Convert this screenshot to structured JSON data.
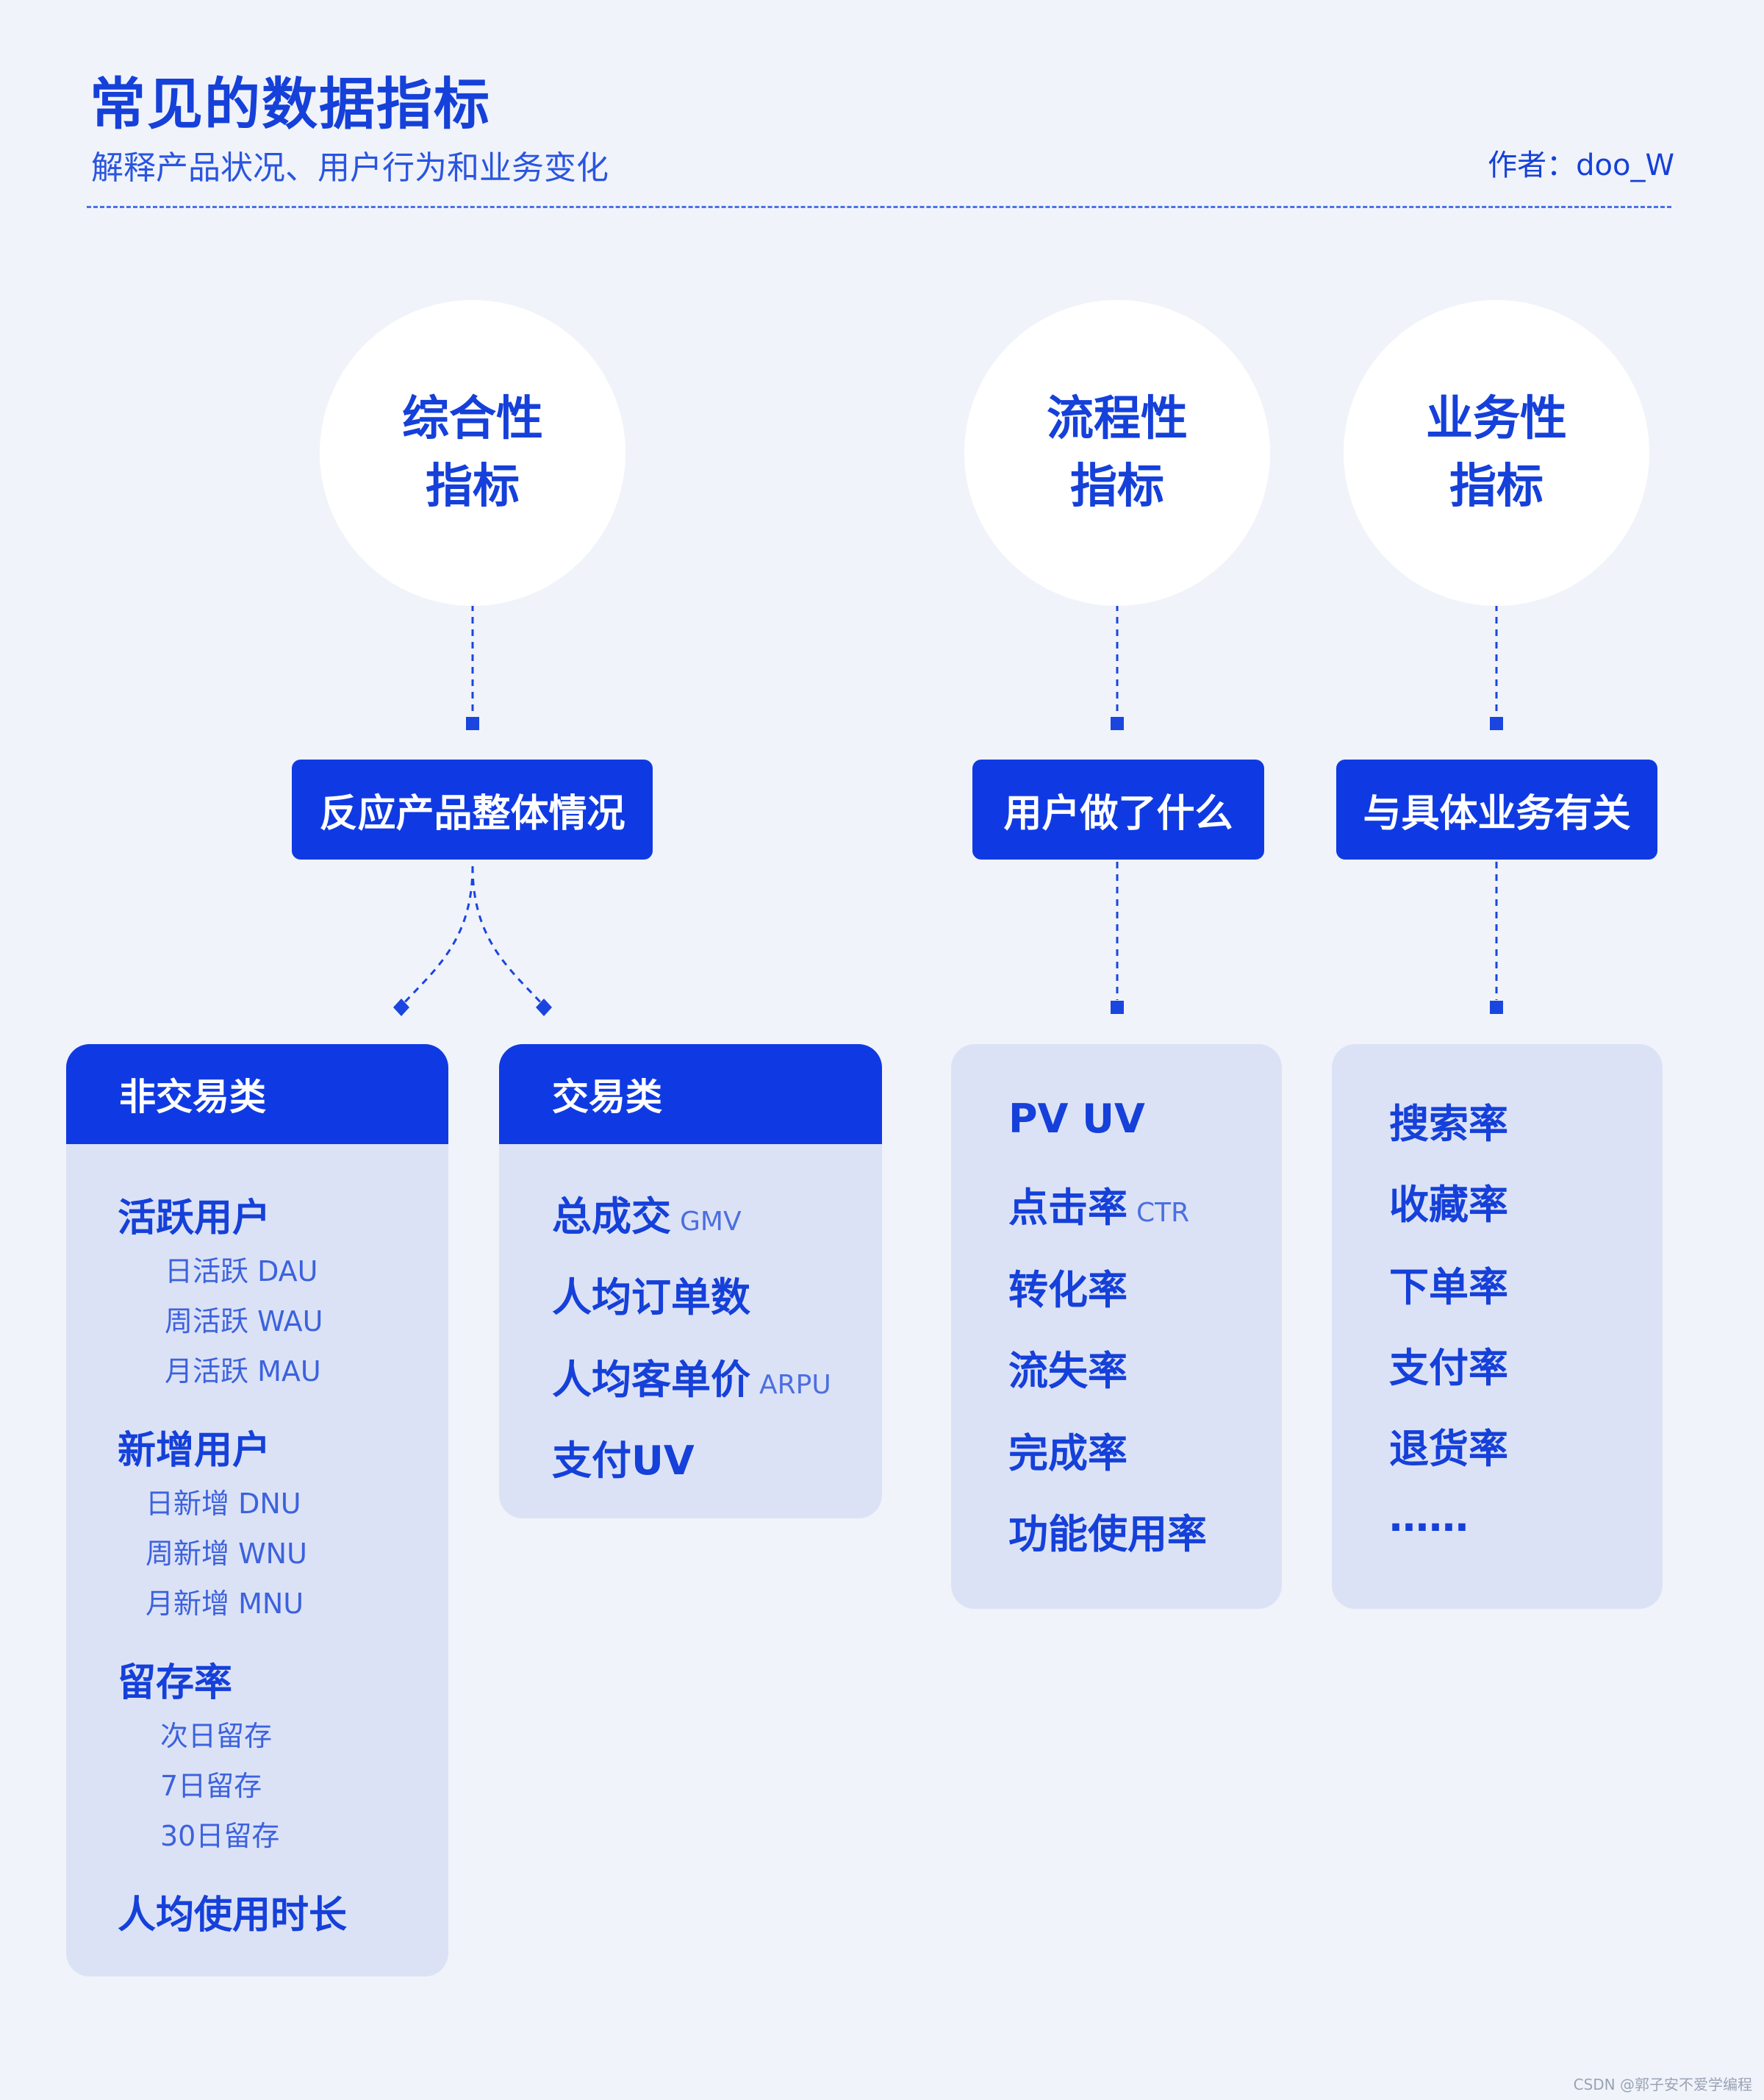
{
  "header": {
    "title": "常见的数据指标",
    "subtitle": "解释产品状况、用户行为和业务变化",
    "author": "作者：doo_W"
  },
  "columns": [
    {
      "circle_lines": [
        "综合性",
        "指标"
      ],
      "label": "反应产品整体情况",
      "panels": [
        {
          "header": "非交易类",
          "groups": [
            {
              "title": "活跃用户",
              "items": [
                "日活跃 DAU",
                "周活跃 WAU",
                "月活跃 MAU"
              ]
            },
            {
              "title": "新增用户",
              "items": [
                "日新增 DNU",
                "周新增 WNU",
                "月新增 MNU"
              ]
            },
            {
              "title": "留存率",
              "items": [
                "次日留存",
                "7日留存",
                "30日留存"
              ]
            },
            {
              "title": "人均使用时长",
              "items": []
            }
          ]
        },
        {
          "header": "交易类",
          "items": [
            {
              "name": "总成交",
              "abbr": "GMV"
            },
            {
              "name": "人均订单数",
              "abbr": ""
            },
            {
              "name": "人均客单价",
              "abbr": "ARPU"
            },
            {
              "name": "支付UV",
              "abbr": ""
            }
          ]
        }
      ]
    },
    {
      "circle_lines": [
        "流程性",
        "指标"
      ],
      "label": "用户做了什么",
      "items": [
        {
          "name": "PV UV",
          "abbr": ""
        },
        {
          "name": "点击率",
          "abbr": "CTR"
        },
        {
          "name": "转化率",
          "abbr": ""
        },
        {
          "name": "流失率",
          "abbr": ""
        },
        {
          "name": "完成率",
          "abbr": ""
        },
        {
          "name": "功能使用率",
          "abbr": ""
        }
      ]
    },
    {
      "circle_lines": [
        "业务性",
        "指标"
      ],
      "label": "与具体业务有关",
      "items": [
        "搜索率",
        "收藏率",
        "下单率",
        "支付率",
        "退货率",
        "……"
      ]
    }
  ],
  "watermark": "CSDN @郭子安不爱学编程",
  "colors": {
    "primary": "#0f3ae3",
    "panel": "#dce2f6",
    "background": "#f0f3f9"
  }
}
